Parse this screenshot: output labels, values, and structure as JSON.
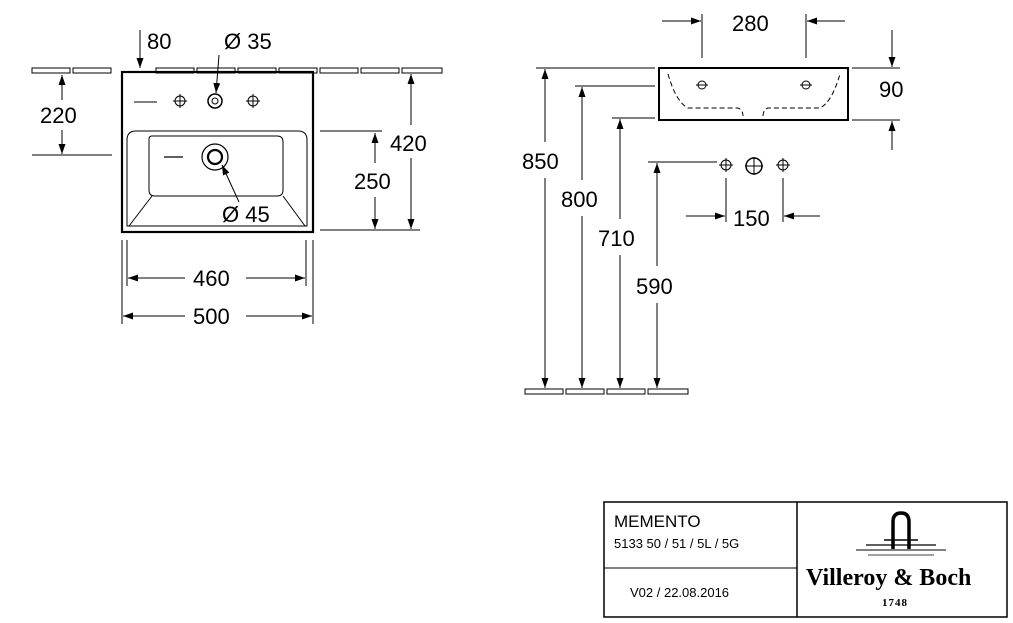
{
  "top_view": {
    "dims": {
      "tap_offset": "80",
      "tap_hole_diameter": "Ø 35",
      "tap_height": "220",
      "outer_depth": "420",
      "bowl_depth": "250",
      "drain_diameter": "Ø 45",
      "bowl_width": "460",
      "outer_width": "500"
    }
  },
  "side_view": {
    "dims": {
      "basin_width": "280",
      "basin_height": "90",
      "mount_850": "850",
      "mount_800": "800",
      "mount_710": "710",
      "mount_590": "590",
      "hole_spacing": "150"
    }
  },
  "title_block": {
    "product_name": "MEMENTO",
    "article_numbers": "5133 50 / 51 / 5L / 5G",
    "version": "V02 / 22.08.2016",
    "brand": "Villeroy & Boch",
    "brand_year": "1748"
  }
}
